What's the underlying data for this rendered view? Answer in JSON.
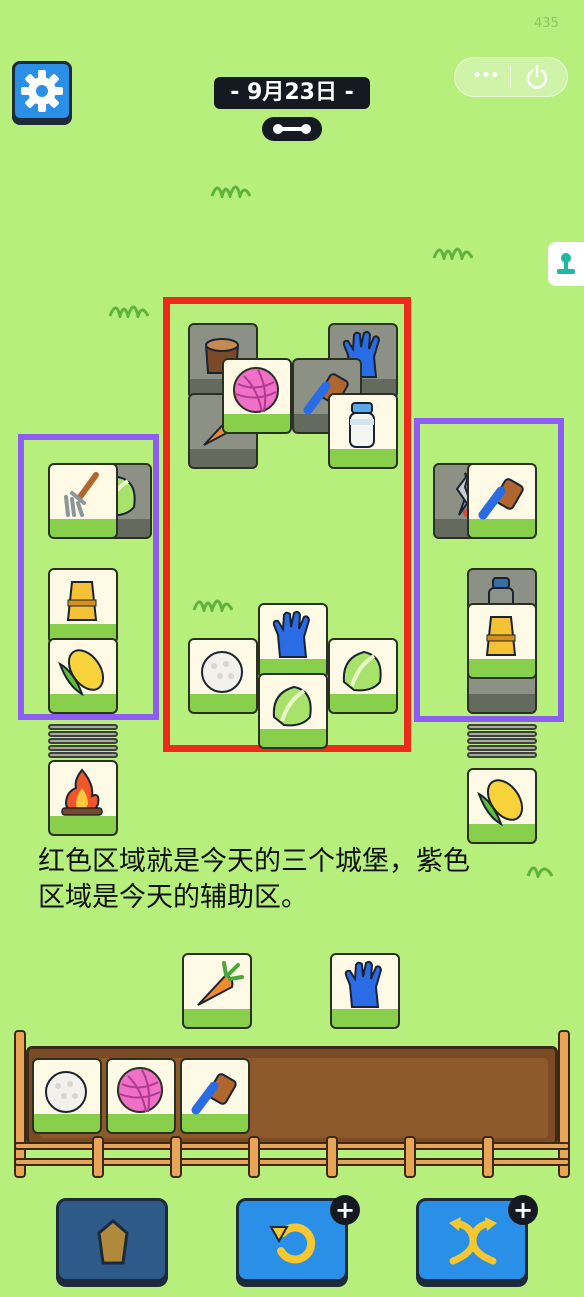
{
  "header": {
    "date_label": "- 9月23日 -",
    "level_number": "435",
    "settings_icon": "gear-icon",
    "capsule_more": "•••",
    "capsule_power_icon": "power-icon"
  },
  "caption": {
    "line1": "红色区域就是今天的三个城堡，紫色",
    "line2": "区域是今天的辅助区。"
  },
  "tiles": {
    "castle_top_back": [
      "stump-icon",
      "blue-glove-icon",
      "carrot-icon"
    ],
    "castle_top_front": [
      "yarn-ball-icon",
      "blue-brush-icon",
      "milk-bottle-icon"
    ],
    "castle_bottom": [
      "rice-icon",
      "blue-glove-icon",
      "cabbage-icon",
      "cabbage-icon"
    ],
    "left_helper": [
      "pitchfork-icon",
      "cabbage-icon",
      "wheat-icon",
      "corn-icon",
      "campfire-icon"
    ],
    "right_helper": [
      "shears-icon",
      "blue-brush-icon",
      "bottle-icon",
      "wheat-icon",
      "corn-icon"
    ],
    "floating": [
      "carrot-icon",
      "blue-glove-icon"
    ],
    "tray": [
      "rice-icon",
      "yarn-ball-icon",
      "blue-brush-icon"
    ]
  },
  "buttons": {
    "remove_icon": "pull-out-icon",
    "undo_icon": "undo-icon",
    "shuffle_icon": "shuffle-icon",
    "plus": "+"
  },
  "colors": {
    "background": "#b6ef7c",
    "castle_region": "#ee2a1b",
    "helper_region": "#8d5cf3",
    "button_blue": "#2a8fe6"
  }
}
